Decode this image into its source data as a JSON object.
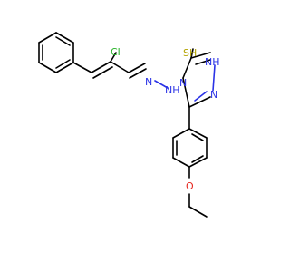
{
  "atom_labels": {
    "chlorine": "Cl",
    "thione_sulfur": "S",
    "thione_sh": "SH",
    "nh_ring": "NH",
    "n_hydrazone": "N",
    "nh_hydrazone": "NH",
    "n_triazole_4": "N",
    "n_triazole_2": "N",
    "n_triazole_1": "N",
    "oxygen": "O"
  },
  "colors": {
    "carbon": "#000000",
    "nitrogen": "#2b33e6",
    "oxygen": "#e6261f",
    "sulfur": "#b3a300",
    "chlorine": "#21b021"
  }
}
